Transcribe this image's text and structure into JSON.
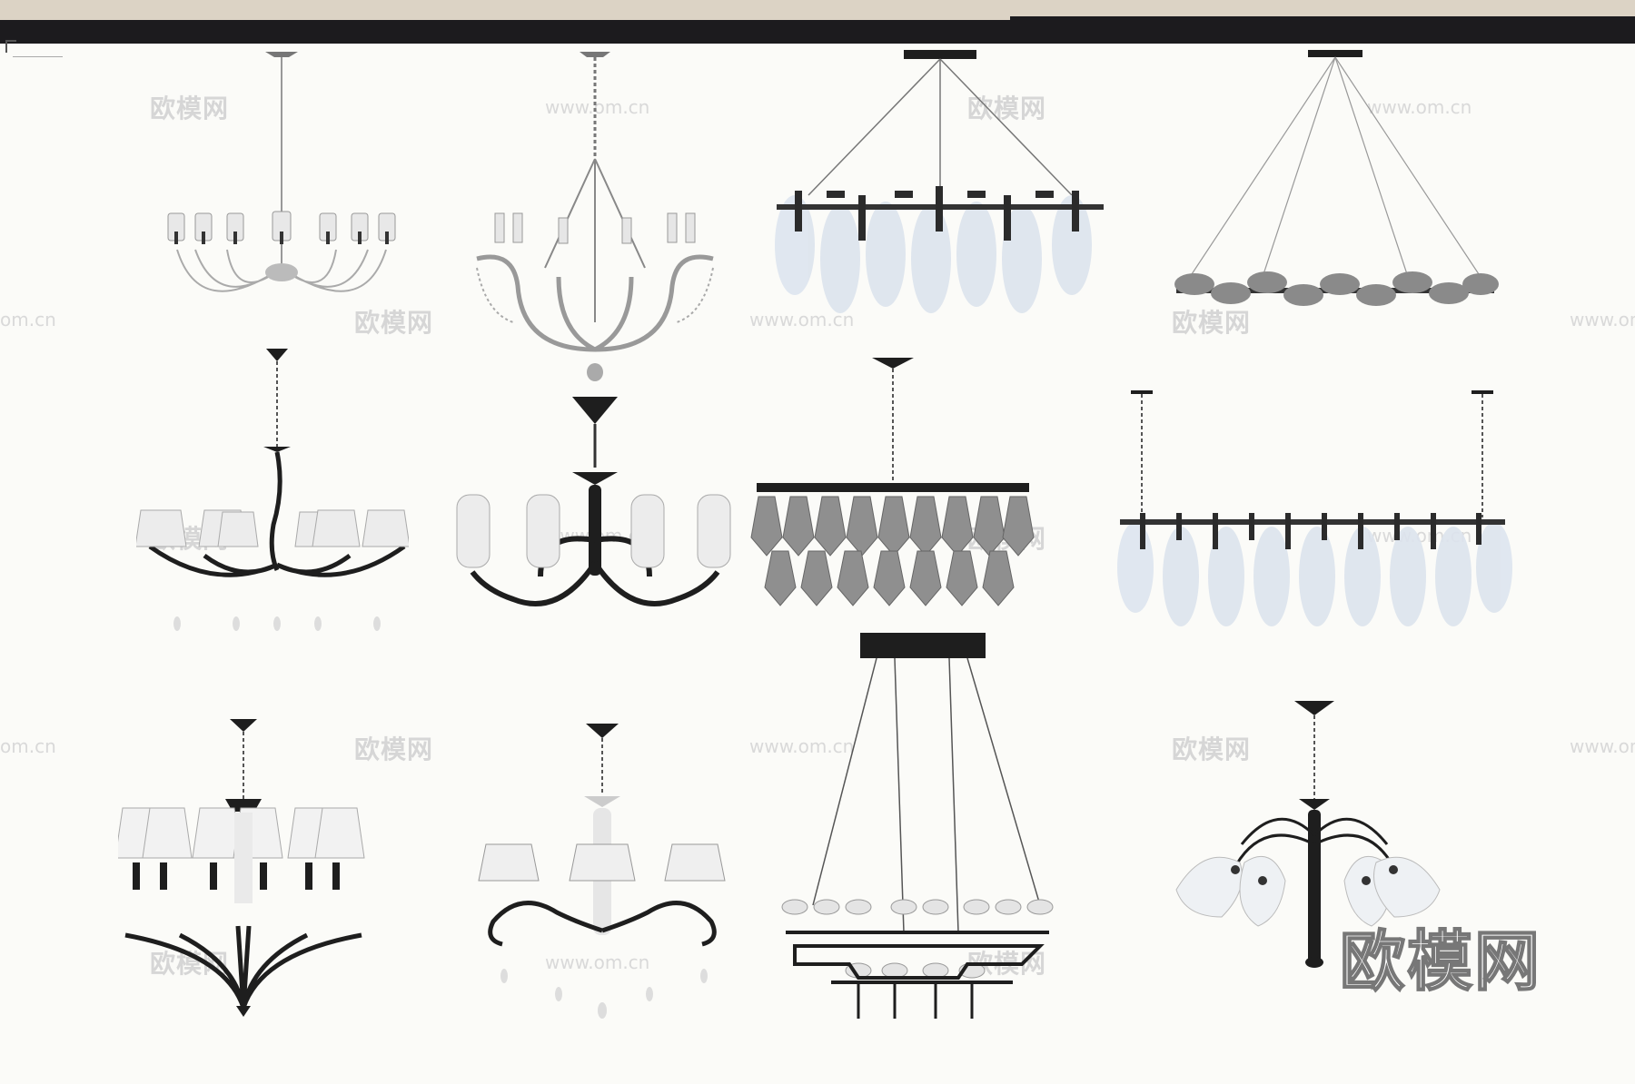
{
  "watermark": {
    "brand": "欧模网",
    "url": "www.om.cn",
    "partial_url": "om.cn"
  },
  "logo": {
    "text": "欧模网"
  },
  "colors": {
    "background": "#fbfbf8",
    "top_band": "#dcd3c5",
    "top_bar": "#1c1b1e",
    "fixture_dark": "#1e1e1e",
    "fixture_grey": "#8a8a8a",
    "crystal": "#dfe6ee",
    "watermark": "#d6d6d6"
  }
}
